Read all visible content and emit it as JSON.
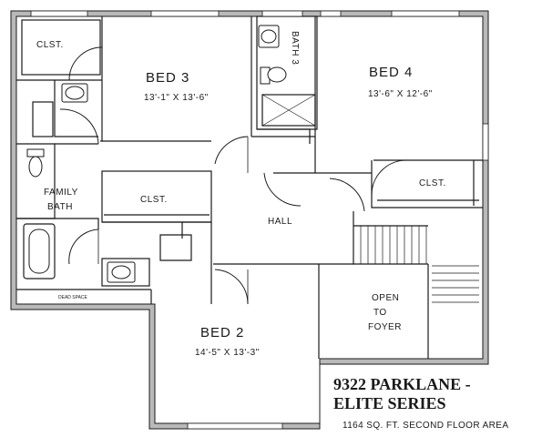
{
  "plan": {
    "rooms": {
      "bed3": {
        "name": "BED 3",
        "dims": "13'-1\" X 13'-6\""
      },
      "bed4": {
        "name": "BED 4",
        "dims": "13'-6\" X 12'-6\""
      },
      "bed2": {
        "name": "BED 2",
        "dims": "14'-5\" X 13'-3\""
      },
      "bath3": "BATH 3",
      "family_bath": [
        "FAMILY",
        "BATH"
      ],
      "hall": "HALL",
      "clst_top_left": "CLST.",
      "clst_middle": "CLST.",
      "clst_right": "CLST.",
      "dead_space": "DEAD SPACE",
      "open_to_foyer": [
        "OPEN",
        "TO",
        "FOYER"
      ]
    },
    "title_block": {
      "line1": "9322 PARKLANE -",
      "line2": "ELITE SERIES",
      "area_note": "1164 SQ. FT. SECOND FLOOR AREA"
    },
    "colors": {
      "wall": "#b9b9b9",
      "line": "#1a1a1a",
      "background": "#ffffff"
    }
  }
}
